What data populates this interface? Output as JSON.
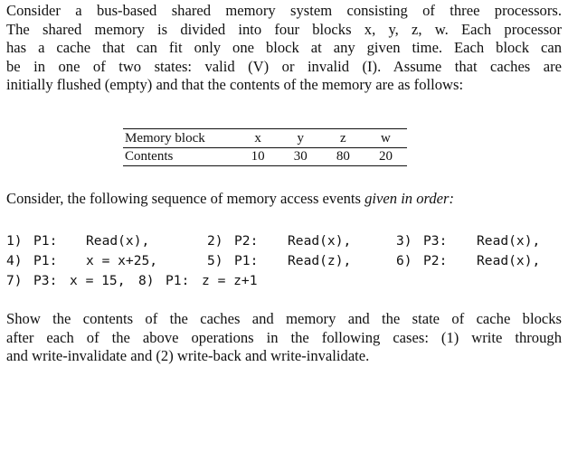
{
  "intro": {
    "lines": [
      "Consider a bus-based shared memory system consisting of three processors.",
      "The shared memory is divided into four blocks x, y, z, w. Each processor",
      "has a cache that can fit only one block at any given time. Each block can",
      "be in one of two states: valid (V) or invalid (I). Assume that caches are",
      "initially flushed (empty) and that the contents of the memory are as follows:"
    ]
  },
  "memory_table": {
    "row_labels": [
      "Memory block",
      "Contents"
    ],
    "blocks": [
      "x",
      "y",
      "z",
      "w"
    ],
    "contents": [
      "10",
      "30",
      "80",
      "20"
    ]
  },
  "sequence_heading": {
    "text": "Consider, the following sequence of memory access events",
    "emphasis": "given in order:"
  },
  "events": [
    {
      "num": "1)",
      "proc": "P1:",
      "op": "Read(x),",
      "sep": ","
    },
    {
      "num": "2)",
      "proc": "P2:",
      "op": "Read(x),",
      "sep": ","
    },
    {
      "num": "3)",
      "proc": "P3:",
      "op": "Read(x),"
    },
    {
      "num": "4)",
      "proc": "P1:",
      "op": "x = x+25,"
    },
    {
      "num": "5)",
      "proc": "P1:",
      "op": "Read(z),"
    },
    {
      "num": "6)",
      "proc": "P2:",
      "op": "Read(x),"
    },
    {
      "num": "7)",
      "proc": "P3:",
      "op": "x = 15,"
    },
    {
      "num": "8)",
      "proc": "P1:",
      "op": "z = z+1"
    }
  ],
  "question": {
    "lines": [
      "Show the contents of the caches and memory and the state of cache blocks",
      "after each of the above operations in the following cases: (1) write through",
      "and write-invalidate and (2) write-back and write-invalidate."
    ]
  }
}
